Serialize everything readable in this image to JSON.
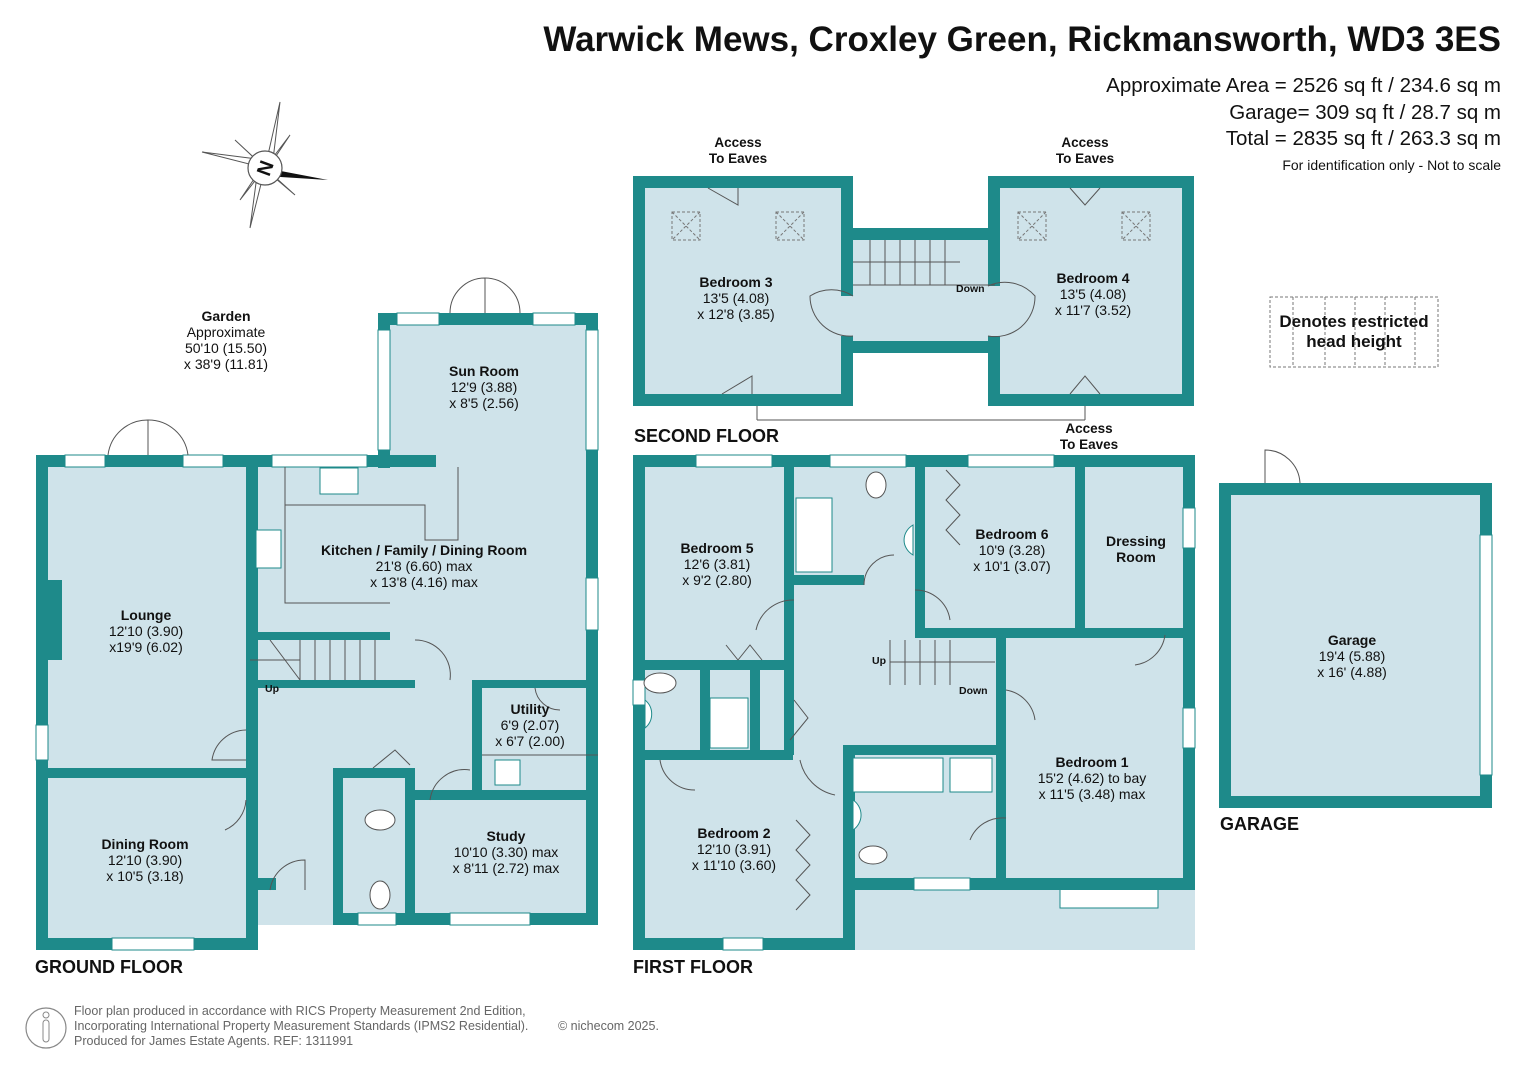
{
  "header": {
    "title": "Warwick Mews, Croxley Green, Rickmansworth, WD3 3ES",
    "area": "Approximate Area = 2526 sq ft / 234.6 sq m",
    "garage": "Garage= 309 sq ft / 28.7 sq m",
    "total": "Total = 2835 sq ft / 263.3 sq m",
    "note": "For identification only - Not to scale"
  },
  "legend": {
    "text": "Denotes restricted head height"
  },
  "compass": {
    "letter": "N"
  },
  "colors": {
    "wall": "#1e8a8a",
    "room": "#cfe3ea",
    "text": "#111111"
  },
  "ground_floor": {
    "name": "GROUND FLOOR",
    "garden": {
      "name": "Garden",
      "line1": "Approximate",
      "line2": "50'10 (15.50)",
      "line3": "x 38'9 (11.81)"
    },
    "rooms": {
      "lounge": {
        "name": "Lounge",
        "d1": "12'10 (3.90)",
        "d2": "x19'9 (6.02)"
      },
      "dining": {
        "name": "Dining Room",
        "d1": "12'10 (3.90)",
        "d2": "x 10'5 (3.18)"
      },
      "kitchen": {
        "name": "Kitchen / Family / Dining Room",
        "d1": "21'8 (6.60) max",
        "d2": "x 13'8 (4.16) max"
      },
      "sunroom": {
        "name": "Sun Room",
        "d1": "12'9 (3.88)",
        "d2": "x 8'5 (2.56)"
      },
      "utility": {
        "name": "Utility",
        "d1": "6'9 (2.07)",
        "d2": "x 6'7 (2.00)"
      },
      "study": {
        "name": "Study",
        "d1": "10'10 (3.30) max",
        "d2": "x 8'11 (2.72) max"
      }
    },
    "up": "Up"
  },
  "first_floor": {
    "name": "FIRST FLOOR",
    "rooms": {
      "bed5": {
        "name": "Bedroom 5",
        "d1": "12'6 (3.81)",
        "d2": "x 9'2 (2.80)"
      },
      "bed6": {
        "name": "Bedroom 6",
        "d1": "10'9 (3.28)",
        "d2": "x 10'1 (3.07)"
      },
      "dressing": {
        "name": "Dressing",
        "name2": "Room"
      },
      "bed1": {
        "name": "Bedroom 1",
        "d1": "15'2 (4.62) to bay",
        "d2": "x 11'5 (3.48) max"
      },
      "bed2": {
        "name": "Bedroom 2",
        "d1": "12'10 (3.91)",
        "d2": "x 11'10 (3.60)"
      }
    },
    "up": "Up",
    "down": "Down"
  },
  "second_floor": {
    "name": "SECOND FLOOR",
    "rooms": {
      "bed3": {
        "name": "Bedroom 3",
        "d1": "13'5 (4.08)",
        "d2": "x 12'8 (3.85)"
      },
      "bed4": {
        "name": "Bedroom 4",
        "d1": "13'5 (4.08)",
        "d2": "x 11'7 (3.52)"
      }
    },
    "down": "Down",
    "access": {
      "line1": "Access",
      "line2": "To Eaves"
    }
  },
  "garage": {
    "name": "GARAGE",
    "room": {
      "name": "Garage",
      "d1": "19'4 (5.88)",
      "d2": "x 16' (4.88)"
    }
  },
  "footer": {
    "line1": "Floor plan produced in accordance with RICS Property Measurement 2nd Edition,",
    "line2": "Incorporating International Property Measurement Standards (IPMS2 Residential).",
    "line3": "Produced for James Estate Agents.   REF: 1311991",
    "copyright": "© nichecom 2025."
  }
}
